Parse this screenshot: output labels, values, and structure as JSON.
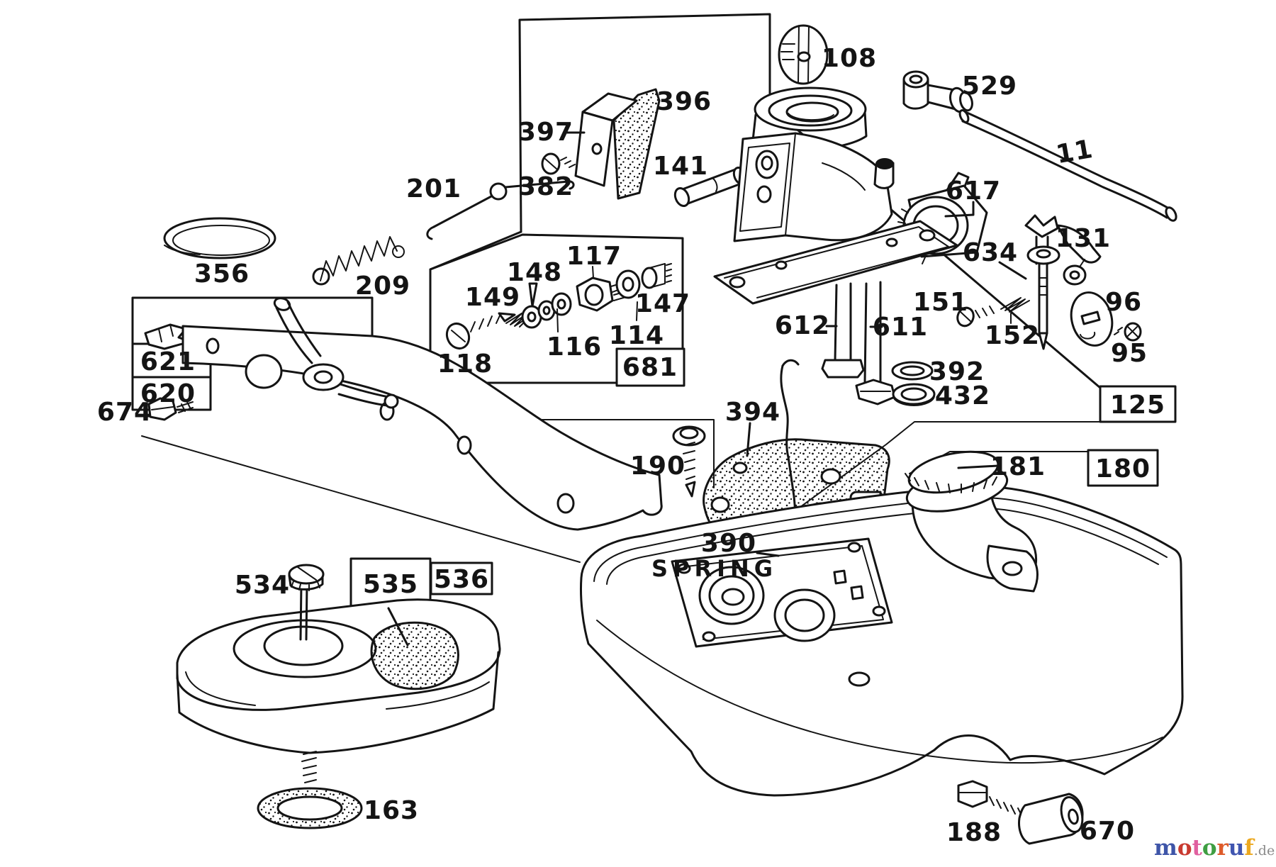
{
  "diagram": {
    "type": "exploded-parts-diagram",
    "subject": "Carburetor and fuel tank assembly parts diagram",
    "colors": {
      "line": "#141414",
      "background": "#ffffff"
    },
    "part_labels": {
      "p11": "11",
      "p95": "95",
      "p96": "96",
      "p108": "108",
      "p114": "114",
      "p116": "116",
      "p117": "117",
      "p118": "118",
      "p131": "131",
      "p141": "141",
      "p147": "147",
      "p148": "148",
      "p149": "149",
      "p151": "151",
      "p152": "152",
      "p163": "163",
      "p181": "181",
      "p188": "188",
      "p190": "190",
      "p201": "201",
      "p209": "209",
      "p356": "356",
      "p382": "382",
      "p390": "390",
      "p390_caption": "SPRING",
      "p392": "392",
      "p394": "394",
      "p396": "396",
      "p397": "397",
      "p432": "432",
      "p529": "529",
      "p534": "534",
      "p611": "611",
      "p612": "612",
      "p617": "617",
      "p634": "634",
      "p670": "670",
      "p674": "674"
    },
    "boxed_labels": {
      "b125": "125",
      "b180": "180",
      "b535": "535",
      "b536": "536",
      "b620": "620",
      "b621": "621",
      "b681": "681"
    }
  },
  "watermark": {
    "letters": [
      {
        "ch": "m",
        "color": "#3e55a8"
      },
      {
        "ch": "o",
        "color": "#c93a30"
      },
      {
        "ch": "t",
        "color": "#e0609f"
      },
      {
        "ch": "o",
        "color": "#3f9e42"
      },
      {
        "ch": "r",
        "color": "#de5b2a"
      },
      {
        "ch": "u",
        "color": "#4055b0"
      },
      {
        "ch": "f",
        "color": "#eca81f"
      }
    ],
    "suffix": ".de"
  }
}
